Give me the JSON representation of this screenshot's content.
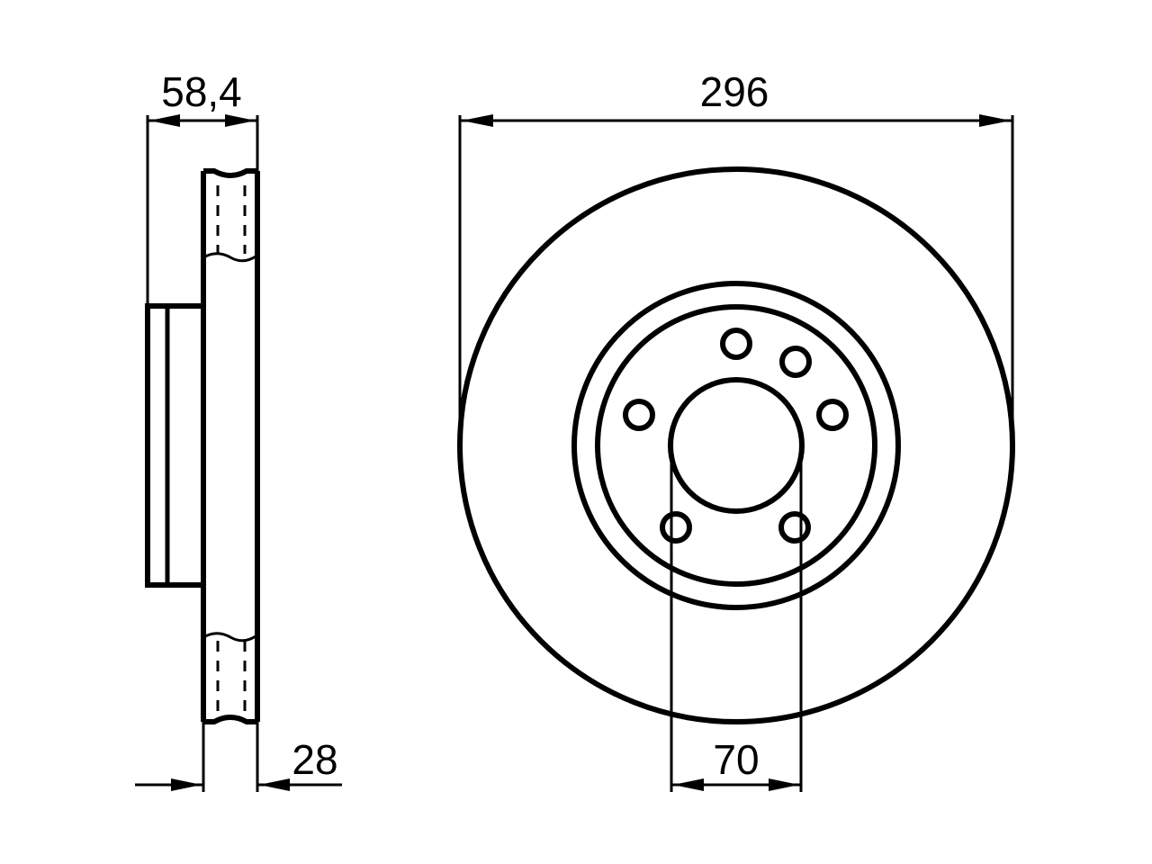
{
  "dimensions": {
    "hub_height": "58,4",
    "outer_diameter": "296",
    "center_bore": "70",
    "thickness": "28"
  },
  "colors": {
    "line": "#000000",
    "background": "#ffffff"
  }
}
